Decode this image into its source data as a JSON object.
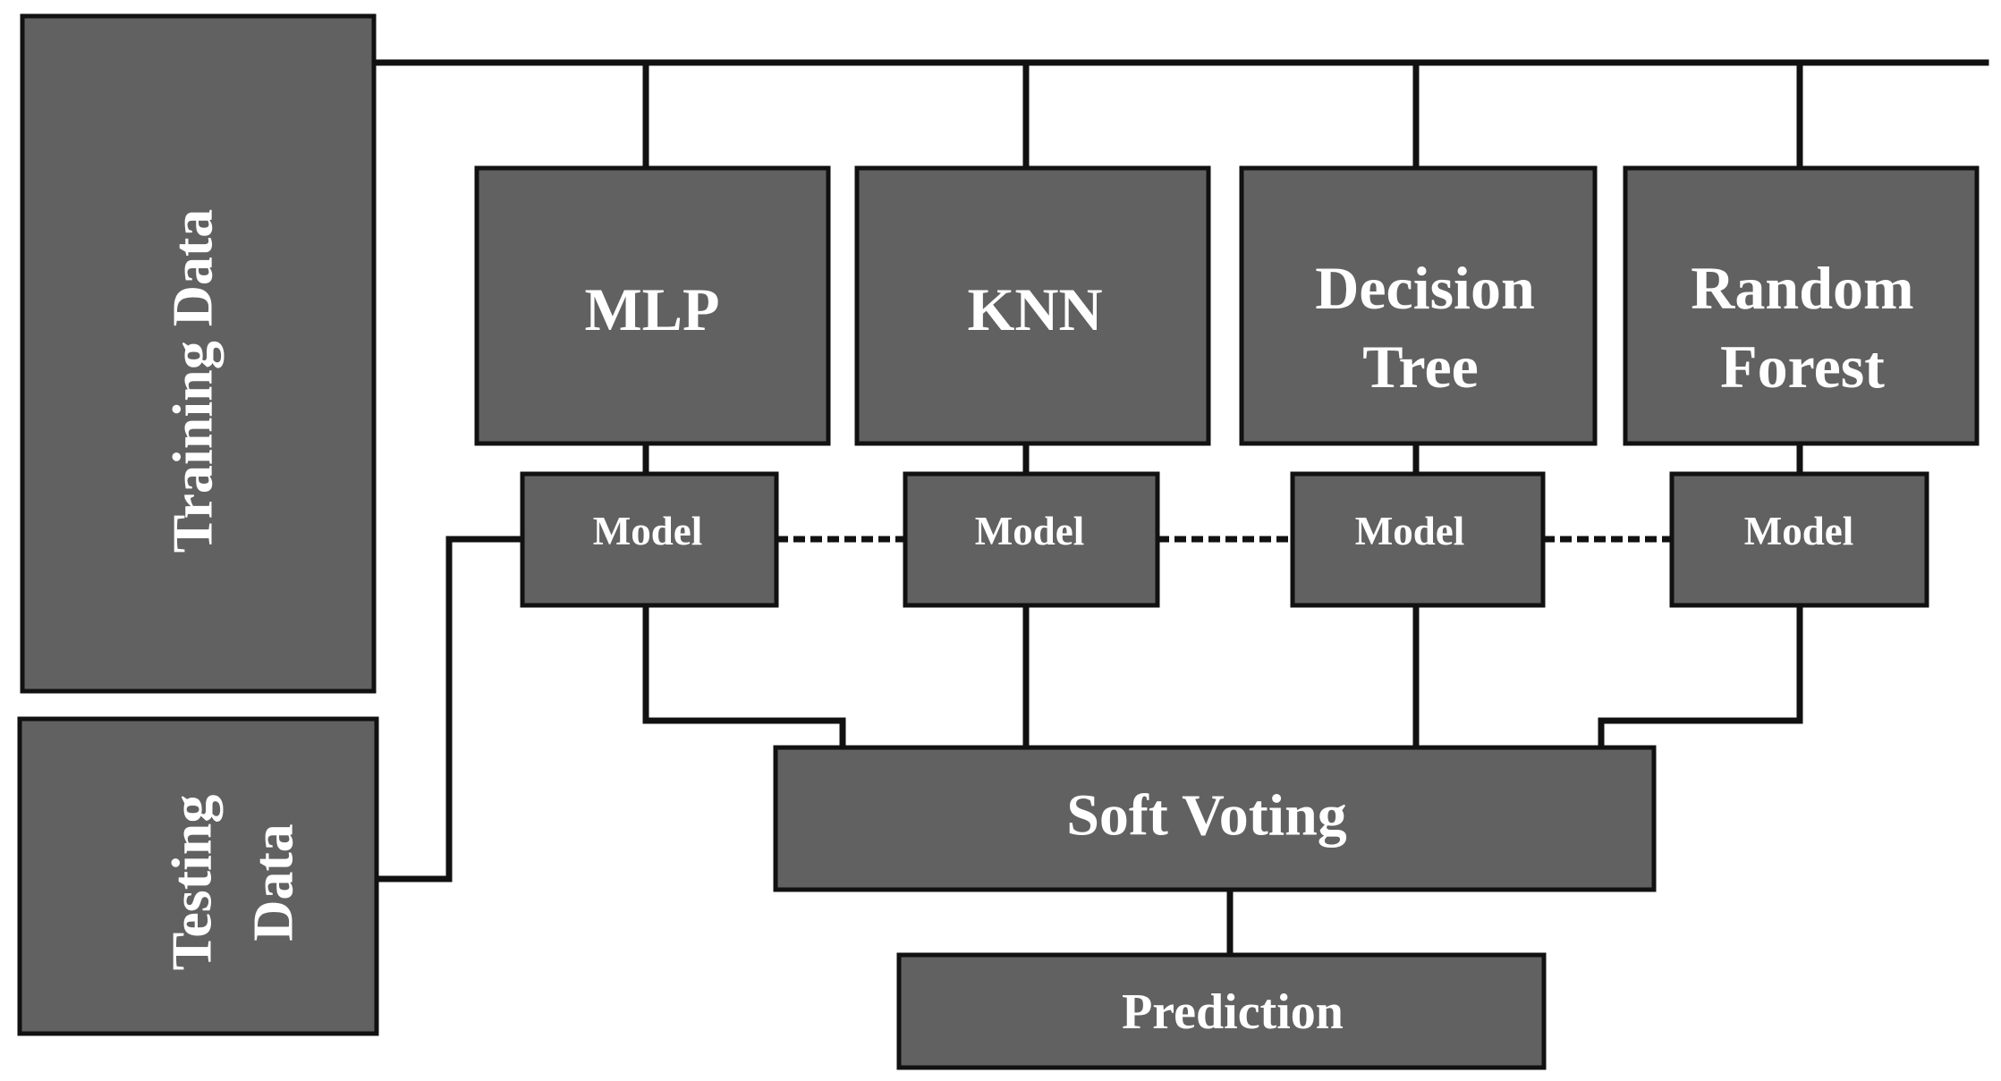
{
  "nodes": {
    "training_data": "Training Data",
    "testing_data_line1": "Testing",
    "testing_data_line2": "Data",
    "mlp": "MLP",
    "knn": "KNN",
    "decision_tree_line1": "Decision",
    "decision_tree_line2": "Tree",
    "random_forest_line1": "Random",
    "random_forest_line2": "Forest",
    "model_1": "Model",
    "model_2": "Model",
    "model_3": "Model",
    "model_4": "Model",
    "soft_voting": "Soft Voting",
    "prediction": "Prediction"
  },
  "colors": {
    "box_fill": "#616161",
    "border": "#111111",
    "text": "#ffffff",
    "background": "#ffffff"
  }
}
